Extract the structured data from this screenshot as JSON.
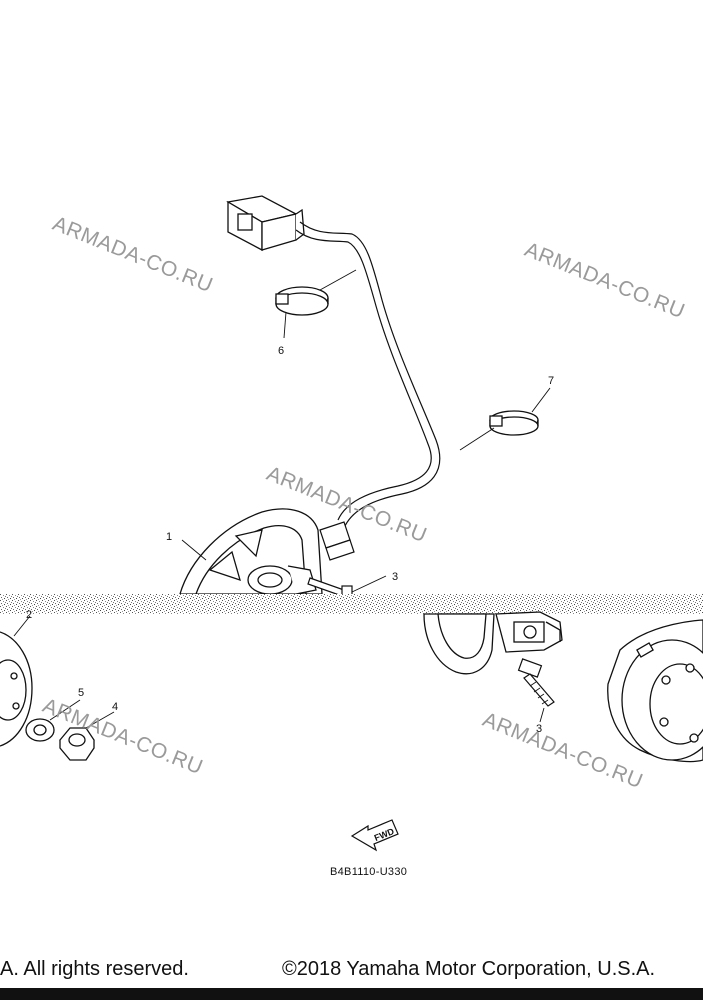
{
  "watermarks": [
    "ARMADA-CO.RU",
    "ARMADA-CO.RU",
    "ARMADA-CO.RU",
    "ARMADA-CO.RU",
    "ARMADA-CO.RU"
  ],
  "callouts": [
    "1",
    "2",
    "3",
    "3",
    "4",
    "5",
    "6",
    "7"
  ],
  "diagram_code": "B4B1110-U330",
  "fwd_label": "FWD",
  "footer": {
    "left": "A. All rights reserved.",
    "right": "©2018 Yamaha Motor Corporation, U.S.A."
  }
}
